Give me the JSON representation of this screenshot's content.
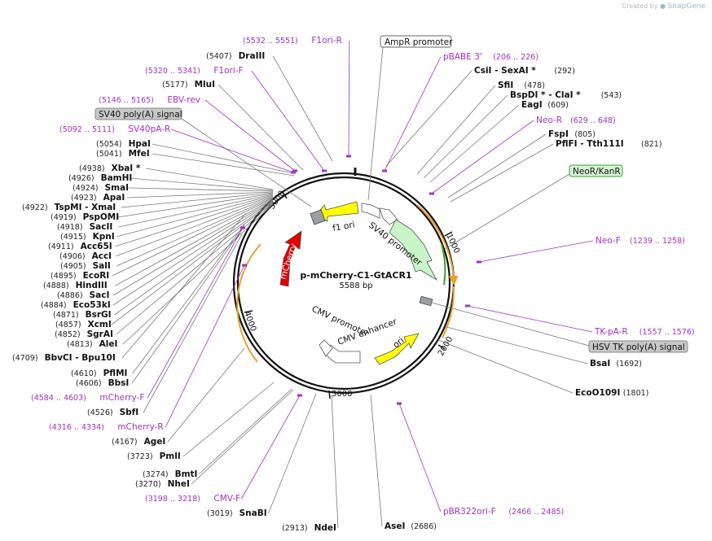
{
  "credit": {
    "prefix": "Created by",
    "brand": "SnapGene"
  },
  "plasmid": {
    "name": "p-mCherry-C1-GtACR1",
    "length_label": "5588 bp"
  },
  "ticks": [
    "1000",
    "2000",
    "3000",
    "4000",
    "5000"
  ],
  "enzymes": [
    {
      "id": "draiii",
      "name": "DraIII",
      "pos": "(5407)"
    },
    {
      "id": "mlui",
      "name": "MluI",
      "pos": "(5177)"
    },
    {
      "id": "hpai",
      "name": "HpaI",
      "pos": "(5054)"
    },
    {
      "id": "mfei",
      "name": "MfeI",
      "pos": "(5041)"
    },
    {
      "id": "xbai",
      "name": "XbaI *",
      "pos": "(4938)"
    },
    {
      "id": "bamhi",
      "name": "BamHI",
      "pos": "(4926)"
    },
    {
      "id": "smai",
      "name": "SmaI",
      "pos": "(4924)"
    },
    {
      "id": "apai",
      "name": "ApaI",
      "pos": "(4923)"
    },
    {
      "id": "tspmi",
      "name": "TspMI - XmaI",
      "pos": "(4922)"
    },
    {
      "id": "pspomi",
      "name": "PspOMI",
      "pos": "(4919)"
    },
    {
      "id": "sacii",
      "name": "SacII",
      "pos": "(4918)"
    },
    {
      "id": "kpni",
      "name": "KpnI",
      "pos": "(4915)"
    },
    {
      "id": "acc65i",
      "name": "Acc65I",
      "pos": "(4911)"
    },
    {
      "id": "acci",
      "name": "AccI",
      "pos": "(4906)"
    },
    {
      "id": "sali",
      "name": "SalI",
      "pos": "(4905)"
    },
    {
      "id": "ecori",
      "name": "EcoRI",
      "pos": "(4895)"
    },
    {
      "id": "hindiii",
      "name": "HindIII",
      "pos": "(4888)"
    },
    {
      "id": "saci",
      "name": "SacI",
      "pos": "(4886)"
    },
    {
      "id": "eco53ki",
      "name": "Eco53kI",
      "pos": "(4884)"
    },
    {
      "id": "bsrgi",
      "name": "BsrGI",
      "pos": "(4871)"
    },
    {
      "id": "xcmi",
      "name": "XcmI",
      "pos": "(4857)"
    },
    {
      "id": "sgrai",
      "name": "SgrAI",
      "pos": "(4852)"
    },
    {
      "id": "alei",
      "name": "AleI",
      "pos": "(4813)"
    },
    {
      "id": "bbvci",
      "name": "BbvCI - Bpu10I",
      "pos": "(4709)"
    },
    {
      "id": "pflmi",
      "name": "PflMI",
      "pos": "(4610)"
    },
    {
      "id": "bbsi",
      "name": "BbsI",
      "pos": "(4606)"
    },
    {
      "id": "sbfi",
      "name": "SbfI",
      "pos": "(4526)"
    },
    {
      "id": "agei",
      "name": "AgeI",
      "pos": "(4167)"
    },
    {
      "id": "pmli",
      "name": "PmlI",
      "pos": "(3723)"
    },
    {
      "id": "bmti",
      "name": "BmtI",
      "pos": "(3274)"
    },
    {
      "id": "nhei",
      "name": "NheI",
      "pos": "(3270)"
    },
    {
      "id": "snabi",
      "name": "SnaBI",
      "pos": "(3019)"
    },
    {
      "id": "ndei",
      "name": "NdeI",
      "pos": "(2913)"
    },
    {
      "id": "asei",
      "name": "AseI",
      "pos": "(2686)"
    },
    {
      "id": "csii",
      "name": "CsiI - SexAI *",
      "pos": "(292)"
    },
    {
      "id": "sfii",
      "name": "SfiI",
      "pos": "(478)"
    },
    {
      "id": "bspdi",
      "name": "BspDI * - ClaI *",
      "pos": "(543)"
    },
    {
      "id": "eagi",
      "name": "EagI",
      "pos": "(609)"
    },
    {
      "id": "fspi",
      "name": "FspI",
      "pos": "(805)"
    },
    {
      "id": "pflfi",
      "name": "PflFI - Tth111I",
      "pos": "(821)"
    },
    {
      "id": "bsai",
      "name": "BsaI",
      "pos": "(1692)"
    },
    {
      "id": "ecoo109i",
      "name": "EcoO109I",
      "pos": "(1801)"
    }
  ],
  "primers": [
    {
      "id": "f1ori_r",
      "name": "F1ori-R",
      "pos": "(5532 .. 5551)"
    },
    {
      "id": "f1ori_f",
      "name": "F1ori-F",
      "pos": "(5320 .. 5341)"
    },
    {
      "id": "ebv_rev",
      "name": "EBV-rev",
      "pos": "(5146 .. 5165)"
    },
    {
      "id": "sv40pa_r",
      "name": "SV40pA-R",
      "pos": "(5092 .. 5111)"
    },
    {
      "id": "pbabe3",
      "name": "pBABE 3'",
      "pos": "(206 .. 226)"
    },
    {
      "id": "neo_r",
      "name": "Neo-R",
      "pos": "(629 .. 648)"
    },
    {
      "id": "neo_f",
      "name": "Neo-F",
      "pos": "(1239 .. 1258)"
    },
    {
      "id": "tk_pa_r",
      "name": "TK-pA-R",
      "pos": "(1557 .. 1576)"
    },
    {
      "id": "mcherry_f",
      "name": "mCherry-F",
      "pos": "(4584 .. 4603)"
    },
    {
      "id": "mcherry_r",
      "name": "mCherry-R",
      "pos": "(4316 .. 4334)"
    },
    {
      "id": "cmv_f",
      "name": "CMV-F",
      "pos": "(3198 .. 3218)"
    },
    {
      "id": "pbr322ori_f",
      "name": "pBR322ori-F",
      "pos": "(2466 .. 2485)"
    }
  ],
  "boxed_features": [
    {
      "id": "ampr_promoter",
      "name": "AmpR promoter",
      "fill": "#ffffff"
    },
    {
      "id": "sv40_polya",
      "name": "SV40 poly(A) signal",
      "fill": "#c8c8c8"
    },
    {
      "id": "neor_kanr_box",
      "name": "NeoR/KanR",
      "fill": "#d6f5d6"
    },
    {
      "id": "hsv_tk_polya",
      "name": "HSV TK poly(A) signal",
      "fill": "#c8c8c8"
    }
  ],
  "arc_features": [
    {
      "id": "f1_ori",
      "name": "f1 ori",
      "color": "#ffff00"
    },
    {
      "id": "sv40_promoter",
      "name": "SV40 promoter",
      "color": "#ffffff"
    },
    {
      "id": "mcherry",
      "name": "mCherry",
      "color": "#e00000"
    },
    {
      "id": "cmv_promoter",
      "name": "CMV promoter",
      "color": "#ffffff"
    },
    {
      "id": "cmv_enhancer",
      "name": "CMV enhancer",
      "color": "#ffffff"
    },
    {
      "id": "ori",
      "name": "ori",
      "color": "#ffff00"
    },
    {
      "id": "neor_arc",
      "name": "",
      "color": "#c8f5c8"
    }
  ],
  "colors": {
    "primer": "#a430c8",
    "backbone": "#111111",
    "orange": "#e8a030",
    "green": "#3aa030",
    "leader": "#7a7a7a"
  }
}
